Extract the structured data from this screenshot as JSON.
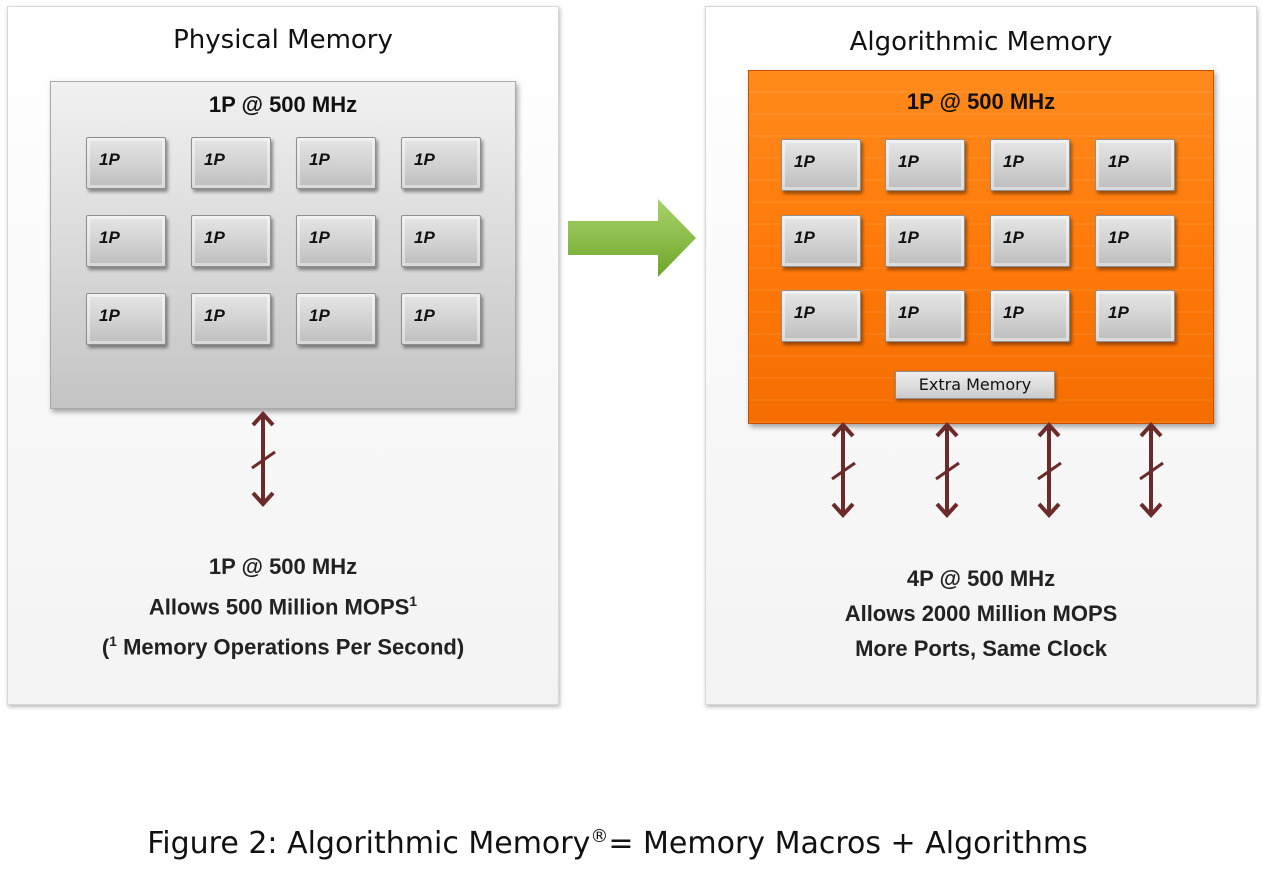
{
  "physical": {
    "title": "Physical Memory",
    "block_title": "1P @ 500 MHz",
    "cell_label": "1P",
    "caption": {
      "line1": "1P @ 500 MHz",
      "line2": "Allows 500 Million MOPS",
      "line2_sup": "1",
      "line3_open": "(",
      "line3_sup": "1",
      "line3_text": " Memory Operations Per Second)"
    }
  },
  "algorithmic": {
    "title": "Algorithmic Memory",
    "block_title": "1P @ 500 MHz",
    "cell_label": "1P",
    "extra_memory": "Extra Memory",
    "caption": {
      "line1": "4P @ 500 MHz",
      "line2": "Allows 2000 Million MOPS",
      "line3": "More Ports, Same Clock"
    }
  },
  "figure_caption": {
    "text": "Figure 2:  Algorithmic Memory",
    "reg": "®",
    "rest": "= Memory Macros + Algorithms"
  },
  "colors": {
    "orange_block": "#ff7a0a",
    "green_arrow": "#8cc63f",
    "port_arrow": "#6b2b2b"
  }
}
